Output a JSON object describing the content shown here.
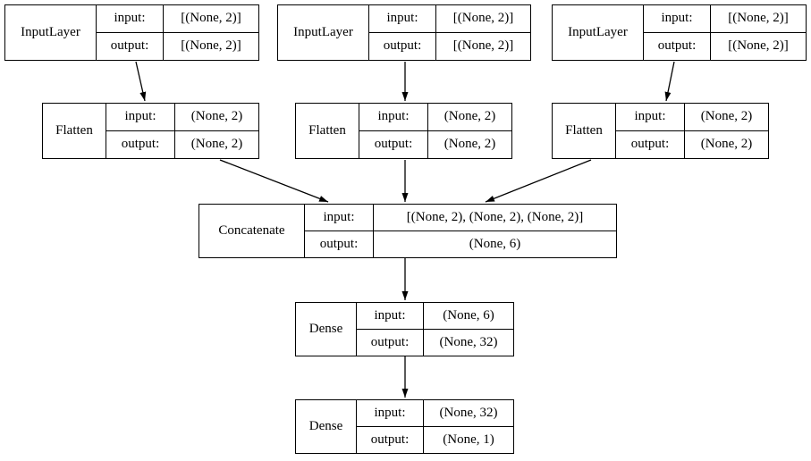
{
  "diagram": {
    "kind": "keras-model-architecture-graph",
    "colors": {
      "background": "#ffffff",
      "node_border": "#000000",
      "text": "#000000",
      "edge": "#000000"
    },
    "nodes": [
      {
        "id": "input_layer_1",
        "label": "InputLayer",
        "input_key": "input:",
        "output_key": "output:",
        "input_shape": "[(None, 2)]",
        "output_shape": "[(None, 2)]"
      },
      {
        "id": "input_layer_2",
        "label": "InputLayer",
        "input_key": "input:",
        "output_key": "output:",
        "input_shape": "[(None, 2)]",
        "output_shape": "[(None, 2)]"
      },
      {
        "id": "input_layer_3",
        "label": "InputLayer",
        "input_key": "input:",
        "output_key": "output:",
        "input_shape": "[(None, 2)]",
        "output_shape": "[(None, 2)]"
      },
      {
        "id": "flatten_1",
        "label": "Flatten",
        "input_key": "input:",
        "output_key": "output:",
        "input_shape": "(None, 2)",
        "output_shape": "(None, 2)"
      },
      {
        "id": "flatten_2",
        "label": "Flatten",
        "input_key": "input:",
        "output_key": "output:",
        "input_shape": "(None, 2)",
        "output_shape": "(None, 2)"
      },
      {
        "id": "flatten_3",
        "label": "Flatten",
        "input_key": "input:",
        "output_key": "output:",
        "input_shape": "(None, 2)",
        "output_shape": "(None, 2)"
      },
      {
        "id": "concatenate",
        "label": "Concatenate",
        "input_key": "input:",
        "output_key": "output:",
        "input_shape": "[(None, 2), (None, 2), (None, 2)]",
        "output_shape": "(None, 6)"
      },
      {
        "id": "dense_1",
        "label": "Dense",
        "input_key": "input:",
        "output_key": "output:",
        "input_shape": "(None, 6)",
        "output_shape": "(None, 32)"
      },
      {
        "id": "dense_2",
        "label": "Dense",
        "input_key": "input:",
        "output_key": "output:",
        "input_shape": "(None, 32)",
        "output_shape": "(None, 1)"
      }
    ],
    "edges": [
      {
        "from": "input_layer_1",
        "to": "flatten_1"
      },
      {
        "from": "input_layer_2",
        "to": "flatten_2"
      },
      {
        "from": "input_layer_3",
        "to": "flatten_3"
      },
      {
        "from": "flatten_1",
        "to": "concatenate"
      },
      {
        "from": "flatten_2",
        "to": "concatenate"
      },
      {
        "from": "flatten_3",
        "to": "concatenate"
      },
      {
        "from": "concatenate",
        "to": "dense_1"
      },
      {
        "from": "dense_1",
        "to": "dense_2"
      }
    ]
  }
}
